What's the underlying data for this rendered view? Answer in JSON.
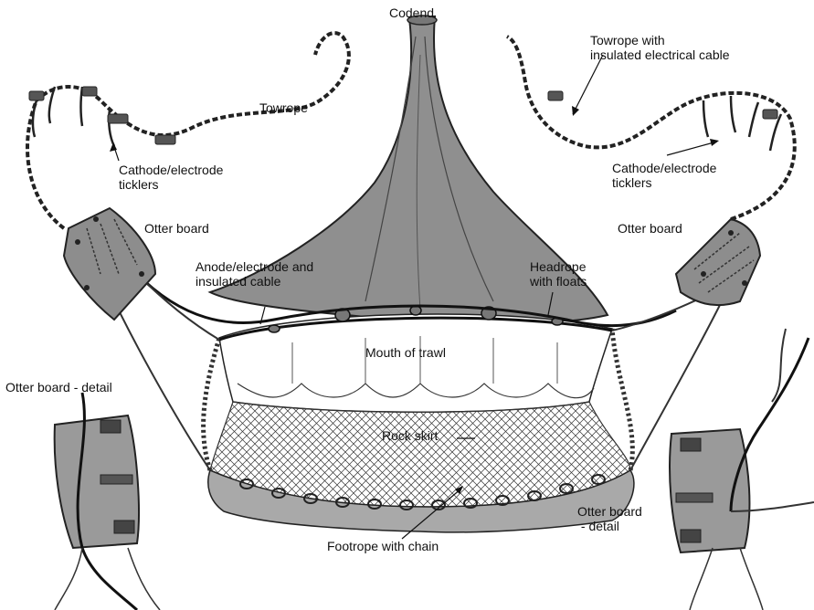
{
  "labels": {
    "codend": "Codend",
    "towrope_left": "Towrope",
    "towrope_right": "Towrope with\ninsulated electrical cable",
    "cathode_left": "Cathode/electrode\nticklers",
    "cathode_right": "Cathode/electrode\nticklers",
    "otter_board_left": "Otter board",
    "otter_board_right": "Otter board",
    "anode_cable": "Anode/electrode and\ninsulated cable",
    "headrope": "Headrope\nwith floats",
    "mouth": "Mouth of trawl",
    "rock_skirt": "Rock skirt",
    "footrope": "Footrope with chain",
    "detail_left": "Otter board - detail",
    "detail_right": "Otter board\n - detail"
  },
  "colors": {
    "ink": "#111111",
    "net_fill": "#9a9a9a",
    "net_dark": "#555555",
    "board": "#8d8d8d",
    "board_dark": "#5a5a5a",
    "cable": "#222222"
  }
}
